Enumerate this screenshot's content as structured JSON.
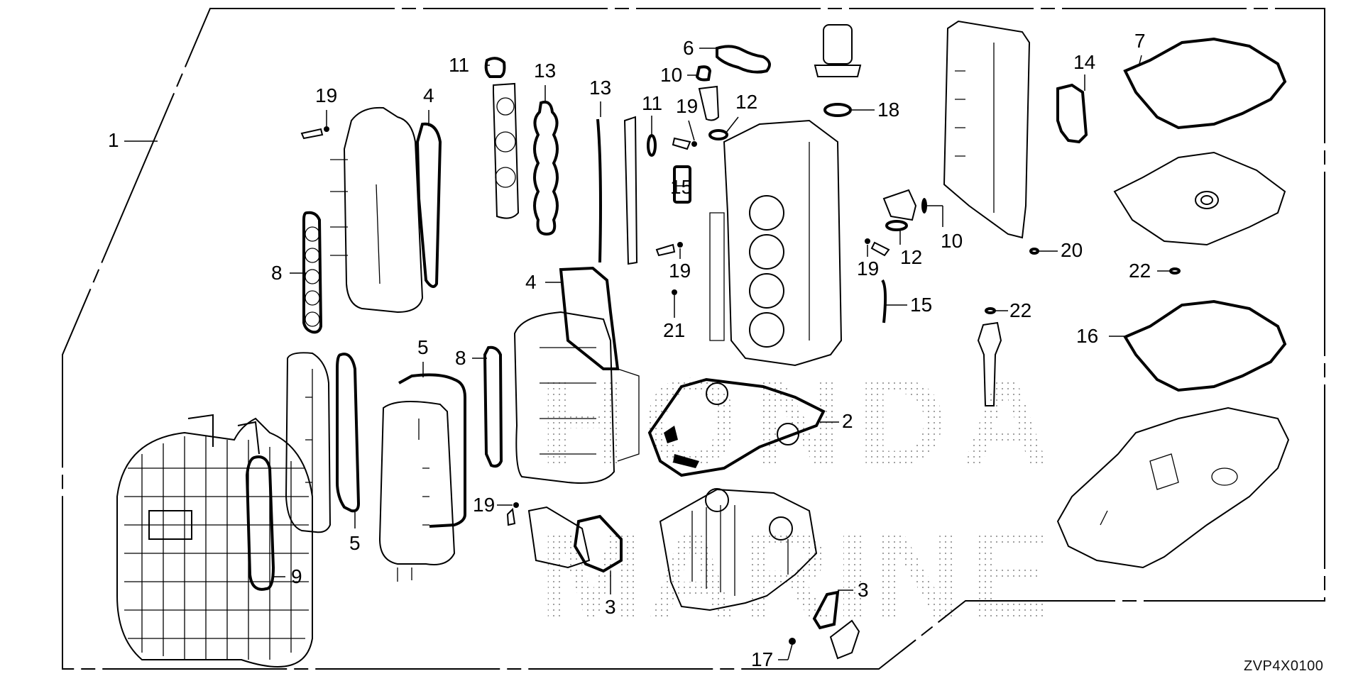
{
  "diagram": {
    "title": "Engine gasket kit exploded view",
    "reference_code": "ZVP4X0100",
    "watermark": [
      "HONDA",
      "MARINE"
    ],
    "callouts": [
      {
        "id": "1",
        "label": "1"
      },
      {
        "id": "2",
        "label": "2"
      },
      {
        "id": "3a",
        "label": "3"
      },
      {
        "id": "3b",
        "label": "3"
      },
      {
        "id": "4a",
        "label": "4"
      },
      {
        "id": "4b",
        "label": "4"
      },
      {
        "id": "5a",
        "label": "5"
      },
      {
        "id": "5b",
        "label": "5"
      },
      {
        "id": "6",
        "label": "6"
      },
      {
        "id": "7",
        "label": "7"
      },
      {
        "id": "8a",
        "label": "8"
      },
      {
        "id": "8b",
        "label": "8"
      },
      {
        "id": "9",
        "label": "9"
      },
      {
        "id": "10a",
        "label": "10"
      },
      {
        "id": "10b",
        "label": "10"
      },
      {
        "id": "11a",
        "label": "11"
      },
      {
        "id": "11b",
        "label": "11"
      },
      {
        "id": "12a",
        "label": "12"
      },
      {
        "id": "12b",
        "label": "12"
      },
      {
        "id": "13a",
        "label": "13"
      },
      {
        "id": "13b",
        "label": "13"
      },
      {
        "id": "14",
        "label": "14"
      },
      {
        "id": "15a",
        "label": "15"
      },
      {
        "id": "15b",
        "label": "15"
      },
      {
        "id": "16",
        "label": "16"
      },
      {
        "id": "17",
        "label": "17"
      },
      {
        "id": "18",
        "label": "18"
      },
      {
        "id": "19a",
        "label": "19"
      },
      {
        "id": "19b",
        "label": "19"
      },
      {
        "id": "19c",
        "label": "19"
      },
      {
        "id": "19d",
        "label": "19"
      },
      {
        "id": "19e",
        "label": "19"
      },
      {
        "id": "20",
        "label": "20"
      },
      {
        "id": "21",
        "label": "21"
      },
      {
        "id": "22a",
        "label": "22"
      },
      {
        "id": "22b",
        "label": "22"
      }
    ]
  }
}
